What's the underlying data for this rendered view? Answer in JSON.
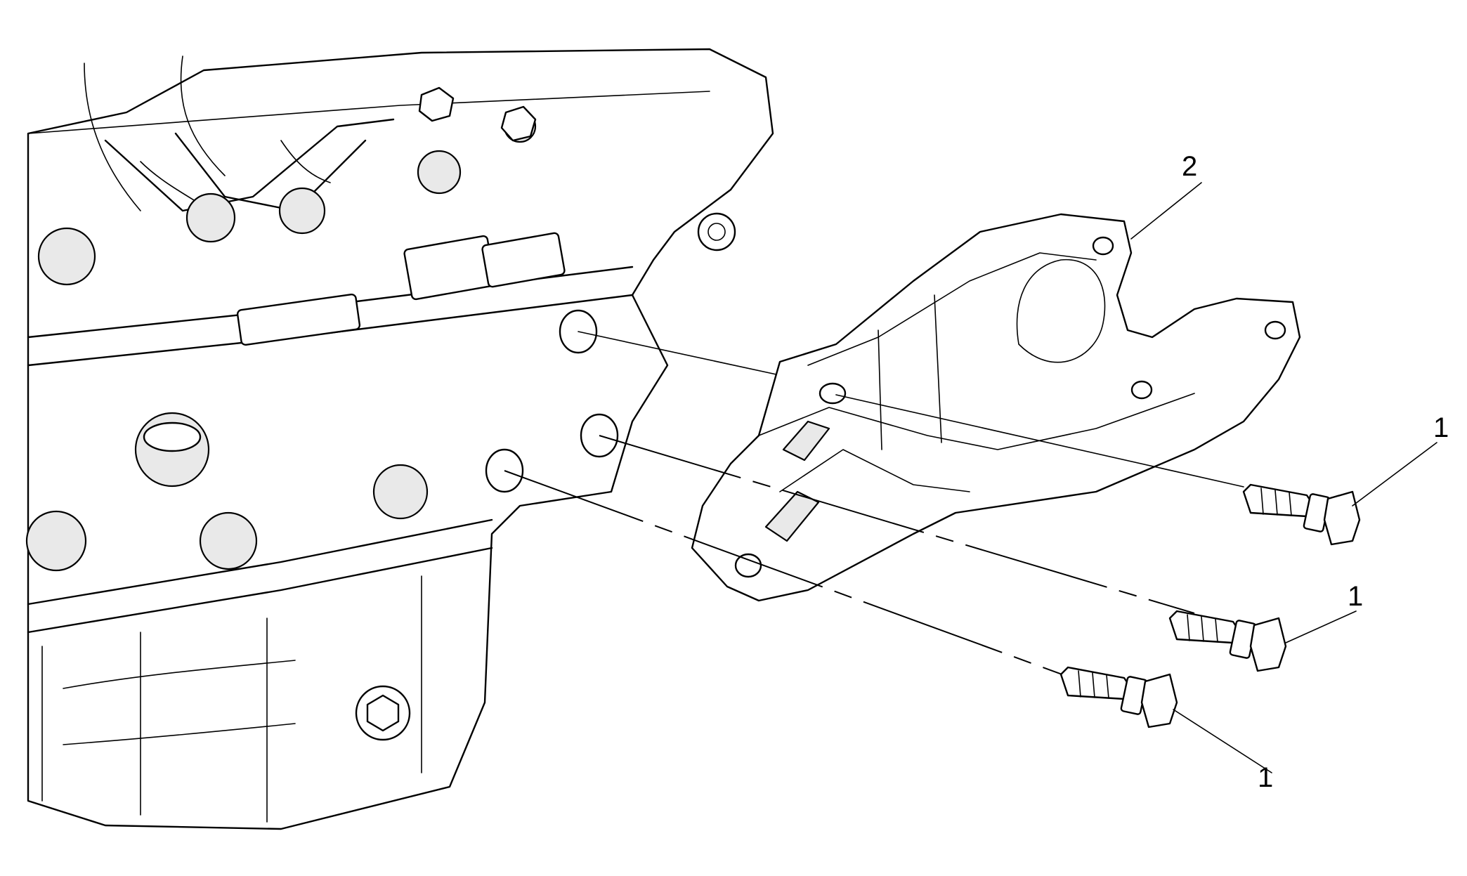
{
  "callouts": {
    "bracket": "2",
    "bolt_top": "1",
    "bolt_middle": "1",
    "bolt_bottom": "1"
  }
}
